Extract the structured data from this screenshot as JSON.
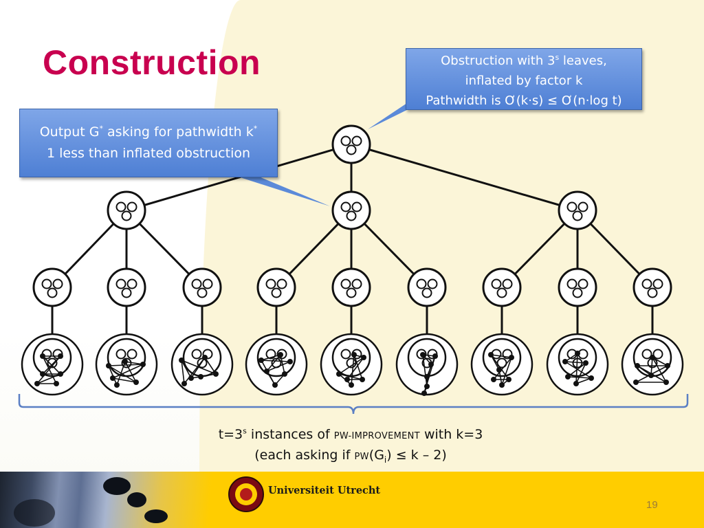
{
  "slide": {
    "title": "Construction",
    "callout_obstruction": {
      "line1_pre": "Obstruction with 3",
      "line1_sup": "s",
      "line1_post": " leaves,",
      "line2": "inflated by factor k",
      "line3": "Pathwidth is Ơ(k·s) ≤ Ơ(n·log t)"
    },
    "callout_output": {
      "line1_pre": "Output G",
      "line1_sup1": "*",
      "line1_mid": " asking for pathwidth k",
      "line1_sup2": "*",
      "line2": "1 less than inflated obstruction"
    },
    "bottom": {
      "line1_pre": "t=3",
      "line1_sup": "s",
      "line1_mid": " instances of ",
      "line1_sc": "PW-IMPROVEMENT",
      "line1_post": " with k=3",
      "line2_pre": "(each asking if ",
      "line2_sc": "PW",
      "line2_mid": "(G",
      "line2_sub": "i",
      "line2_post": ") ≤ k – 2)"
    },
    "footer": {
      "university": "Universiteit Utrecht",
      "page_number": "19"
    }
  },
  "tree": {
    "levels": [
      1,
      3,
      9
    ],
    "instances": 9
  },
  "colors": {
    "title": "#c8004f",
    "callout": "#5b8ad9",
    "bracket": "#5b7fc4",
    "footer": "#ffcd00"
  }
}
